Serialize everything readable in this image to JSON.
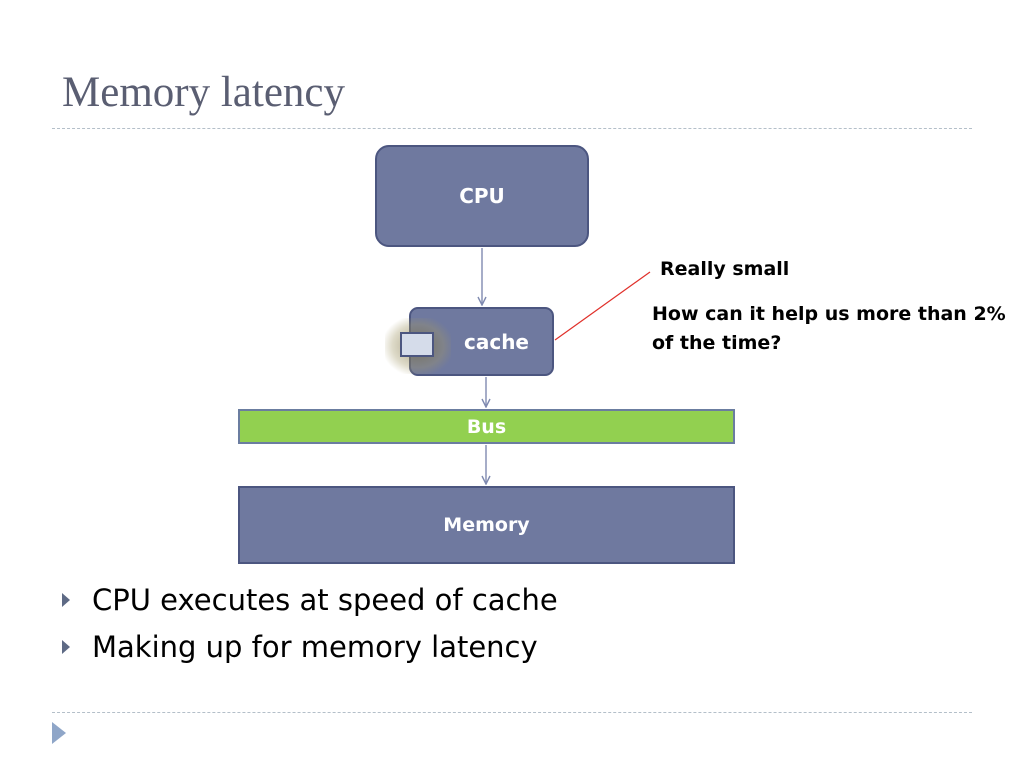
{
  "slide": {
    "title": "Memory latency"
  },
  "diagram": {
    "cpu_label": "CPU",
    "cache_label": "cache",
    "bus_label": "Bus",
    "memory_label": "Memory",
    "colors": {
      "box_fill": "#6f799f",
      "box_border": "#4c5680",
      "bus_fill": "#92d050",
      "callout_line": "#e0302a",
      "arrow": "#7f8ab0"
    }
  },
  "callout": {
    "note_small": "Really small",
    "note_question": "How can it help us more than 2% of the time?"
  },
  "bullets": [
    "CPU executes at speed of cache",
    "Making up for memory latency"
  ],
  "icons": {
    "bullet": "triangle-right-icon",
    "nav": "next-slide-arrow-icon"
  }
}
